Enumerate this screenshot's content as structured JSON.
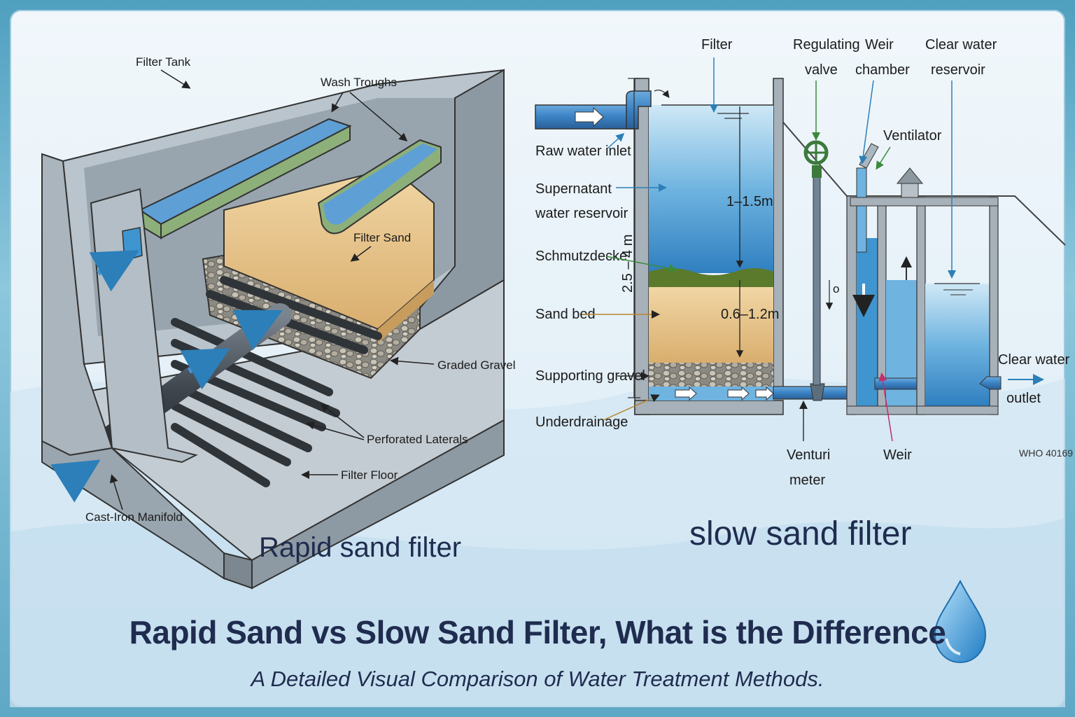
{
  "title": "Rapid Sand vs Slow Sand Filter, What is the Difference",
  "subtitle": "A Detailed Visual Comparison of Water Treatment Methods.",
  "rapid": {
    "caption": "Rapid sand filter",
    "labels": {
      "filter_tank": "Filter Tank",
      "wash_troughs": "Wash Troughs",
      "filter_sand": "Filter Sand",
      "graded_gravel": "Graded Gravel",
      "perforated_laterals": "Perforated Laterals",
      "filter_floor": "Filter Floor",
      "manifold": "Cast-Iron Manifold"
    }
  },
  "slow": {
    "caption": "slow sand filter",
    "labels": {
      "filter": "Filter",
      "regulating_valve_1": "Regulating",
      "regulating_valve_2": "valve",
      "weir_chamber_1": "Weir",
      "weir_chamber_2": "chamber",
      "clear_reservoir_1": "Clear water",
      "clear_reservoir_2": "reservoir",
      "ventilator": "Ventilator",
      "raw_inlet": "Raw water inlet",
      "supernatant_1": "Supernatant",
      "supernatant_2": "water reservoir",
      "schmutzdecke": "Schmutzdecke",
      "sand_bed": "Sand bed",
      "supporting_gravel": "Supporting gravel",
      "underdrainage": "Underdrainage",
      "venturi_1": "Venturi",
      "venturi_2": "meter",
      "weir": "Weir",
      "outlet_1": "Clear water",
      "outlet_2": "outlet",
      "depth_total": "2.5 – 4 m",
      "depth_water": "1–1.5m",
      "depth_sand": "0.6–1.2m",
      "valve_mark": "o",
      "code": "WHO 40169"
    }
  },
  "colors": {
    "title": "#1f2c4f",
    "water": "#3f95cf",
    "sand": "#e8c48c",
    "concrete": "#a6b2bc",
    "trough": "#8db07a"
  }
}
